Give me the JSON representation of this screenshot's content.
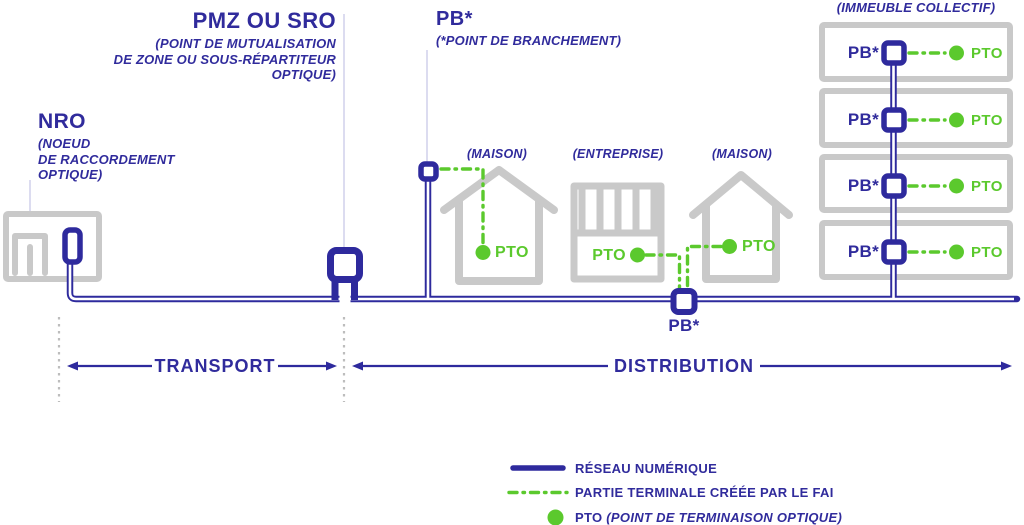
{
  "labels": {
    "nro": {
      "title": "NRO",
      "subtitle_lines": [
        "(NOEUD",
        "DE RACCORDEMENT",
        "OPTIQUE)"
      ]
    },
    "pmz": {
      "title": "PMZ OU SRO",
      "subtitle_lines": [
        "(POINT DE MUTUALISATION",
        "DE ZONE OU SOUS-RÉPARTITEUR",
        "OPTIQUE)"
      ]
    },
    "pb": {
      "title": "PB*",
      "subtitle": "(*POINT DE BRANCHEMENT)"
    },
    "house1": "(MAISON)",
    "enterprise": "(ENTREPRISE)",
    "house2": "(MAISON)",
    "collective_building": "(IMMEUBLE COLLECTIF)",
    "pb_mid": "PB*",
    "pto_house1": "PTO",
    "pto_enterprise": "PTO",
    "pto_house2": "PTO",
    "transport": "TRANSPORT",
    "distribution": "DISTRIBUTION"
  },
  "floors": [
    {
      "pb_label": "PB*",
      "pto_label": "PTO"
    },
    {
      "pb_label": "PB*",
      "pto_label": "PTO"
    },
    {
      "pb_label": "PB*",
      "pto_label": "PTO"
    },
    {
      "pb_label": "PB*",
      "pto_label": "PTO"
    }
  ],
  "legend": {
    "network": {
      "text": "RÉSEAU NUMÉRIQUE"
    },
    "terminal": {
      "text_prefix": "PARTIE TERMINALE CRÉÉE PAR LE ",
      "text_bold": "FAI"
    },
    "pto": {
      "text_bold": "PTO",
      "text_italic": " (POINT DE TERMINAISON OPTIQUE)"
    }
  },
  "colors": {
    "blue": "#2e2a9d",
    "green": "#5bc92d",
    "building_gray": "#c9c9c9",
    "divider_gray": "#bdbdbd",
    "faint_lavender": "#d4d4ec"
  }
}
